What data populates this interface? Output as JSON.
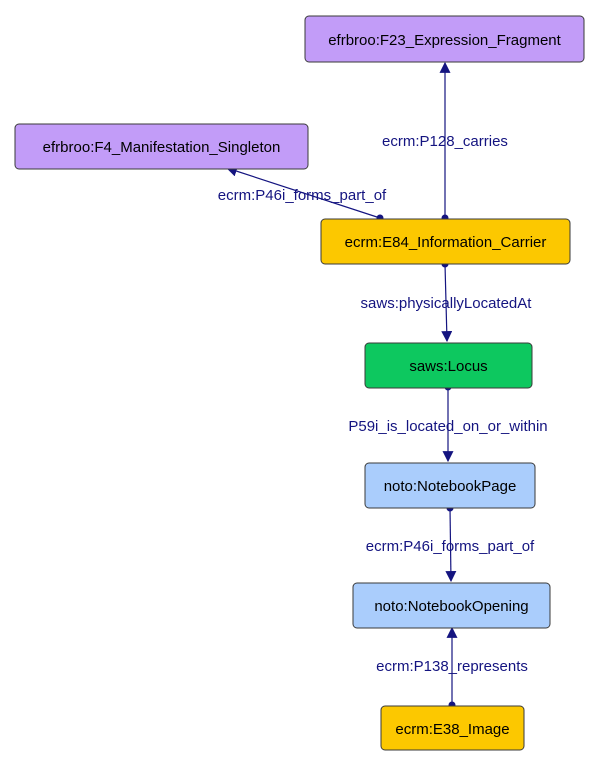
{
  "colors": {
    "purple": "#c29cf8",
    "orange": "#fcc800",
    "green": "#0dc85f",
    "blue": "#aacdfc",
    "edge": "#141480"
  },
  "nodes": {
    "f23": {
      "label": "efrbroo:F23_Expression_Fragment",
      "color": "purple"
    },
    "f4": {
      "label": "efrbroo:F4_Manifestation_Singleton",
      "color": "purple"
    },
    "e84": {
      "label": "ecrm:E84_Information_Carrier",
      "color": "orange"
    },
    "locus": {
      "label": "saws:Locus",
      "color": "green"
    },
    "page": {
      "label": "noto:NotebookPage",
      "color": "blue"
    },
    "opening": {
      "label": "noto:NotebookOpening",
      "color": "blue"
    },
    "e38": {
      "label": "ecrm:E38_Image",
      "color": "orange"
    }
  },
  "edges": {
    "carries": {
      "label": "ecrm:P128_carries",
      "from": "e84",
      "to": "f23"
    },
    "forms_part_of_1": {
      "label": "ecrm:P46i_forms_part_of",
      "from": "e84",
      "to": "f4"
    },
    "located_at": {
      "label": "saws:physicallyLocatedAt",
      "from": "e84",
      "to": "locus"
    },
    "located_on": {
      "label": "P59i_is_located_on_or_within",
      "from": "locus",
      "to": "page"
    },
    "forms_part_of_2": {
      "label": "ecrm:P46i_forms_part_of",
      "from": "page",
      "to": "opening"
    },
    "represents": {
      "label": "ecrm:P138_represents",
      "from": "e38",
      "to": "opening"
    }
  }
}
